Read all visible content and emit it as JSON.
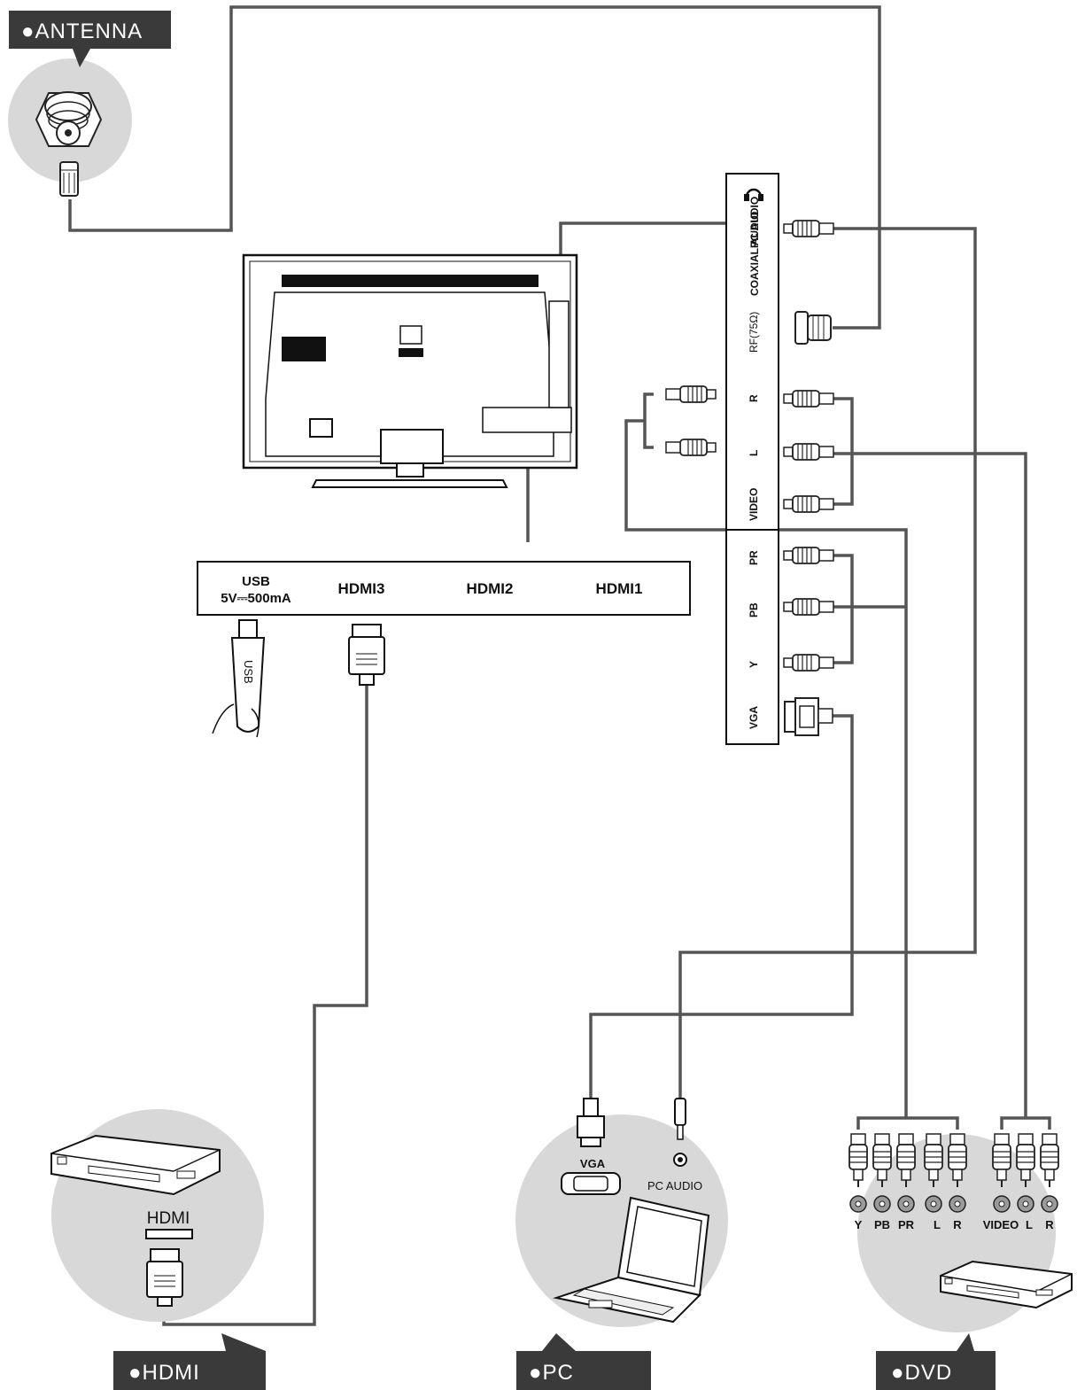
{
  "tags": {
    "antenna": "●ANTENNA",
    "hdmi": "●HDMI",
    "pc": "●PC",
    "dvd": "●DVD"
  },
  "side_panel": {
    "ports": [
      "PC AUDIO",
      "COAXIAL AUDIO",
      "RF(75Ω)",
      "R",
      "L",
      "VIDEO",
      "PR",
      "PB",
      "Y",
      "VGA"
    ]
  },
  "bottom_bar": {
    "usb_line1": "USB",
    "usb_line2": "5V⎓500mA",
    "hdmi3": "HDMI3",
    "hdmi2": "HDMI2",
    "hdmi1": "HDMI1"
  },
  "devices": {
    "usb_stick_label": "USB",
    "hdmi_player_label": "HDMI",
    "pc_vga_label": "VGA",
    "pc_audio_label": "PC AUDIO",
    "dvd_jacks_left": [
      "Y",
      "PB",
      "PR",
      "L",
      "R"
    ],
    "dvd_jacks_right": [
      "VIDEO",
      "L",
      "R"
    ]
  },
  "colors": {
    "cable": "#555555",
    "tag_bg": "#3a3a3a",
    "circle_bg": "#d8d8d8"
  },
  "icons": [
    "antenna-connector-icon",
    "tv-back-icon",
    "usb-stick-icon",
    "hdmi-plug-icon",
    "dvd-player-icon",
    "laptop-icon",
    "vga-plug-icon",
    "audio-plug-icon",
    "rca-plug-icon"
  ]
}
